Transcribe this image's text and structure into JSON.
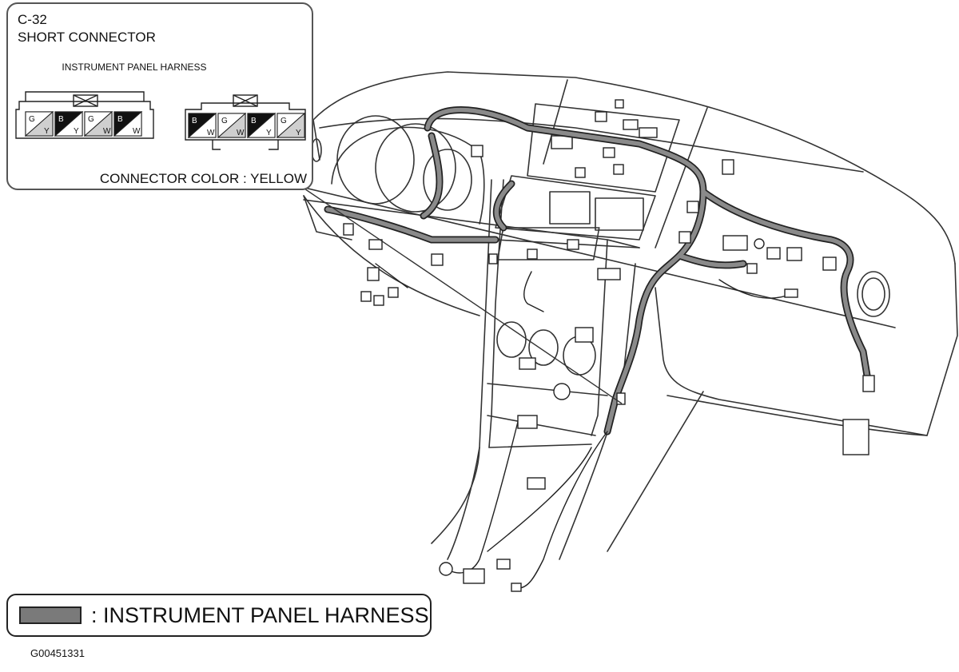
{
  "callout": {
    "connector_code": "C-32",
    "connector_name": "SHORT CONNECTOR",
    "harness_name": "INSTRUMENT PANEL HARNESS",
    "connector_color": "CONNECTOR COLOR : YELLOW",
    "pins_left": [
      {
        "top": "G",
        "bottom": "Y",
        "shade": "light"
      },
      {
        "top": "B",
        "bottom": "Y",
        "shade": "dark"
      },
      {
        "top": "G",
        "bottom": "W",
        "shade": "light"
      },
      {
        "top": "B",
        "bottom": "W",
        "shade": "dark"
      }
    ],
    "pins_right": [
      {
        "top": "B",
        "bottom": "W",
        "shade": "dark"
      },
      {
        "top": "G",
        "bottom": "W",
        "shade": "light"
      },
      {
        "top": "B",
        "bottom": "Y",
        "shade": "dark"
      },
      {
        "top": "G",
        "bottom": "Y",
        "shade": "light"
      }
    ]
  },
  "legend": {
    "label": ": INSTRUMENT PANEL HARNESS",
    "swatch_color": "#7a7a7a"
  },
  "figure_id": "G00451331"
}
